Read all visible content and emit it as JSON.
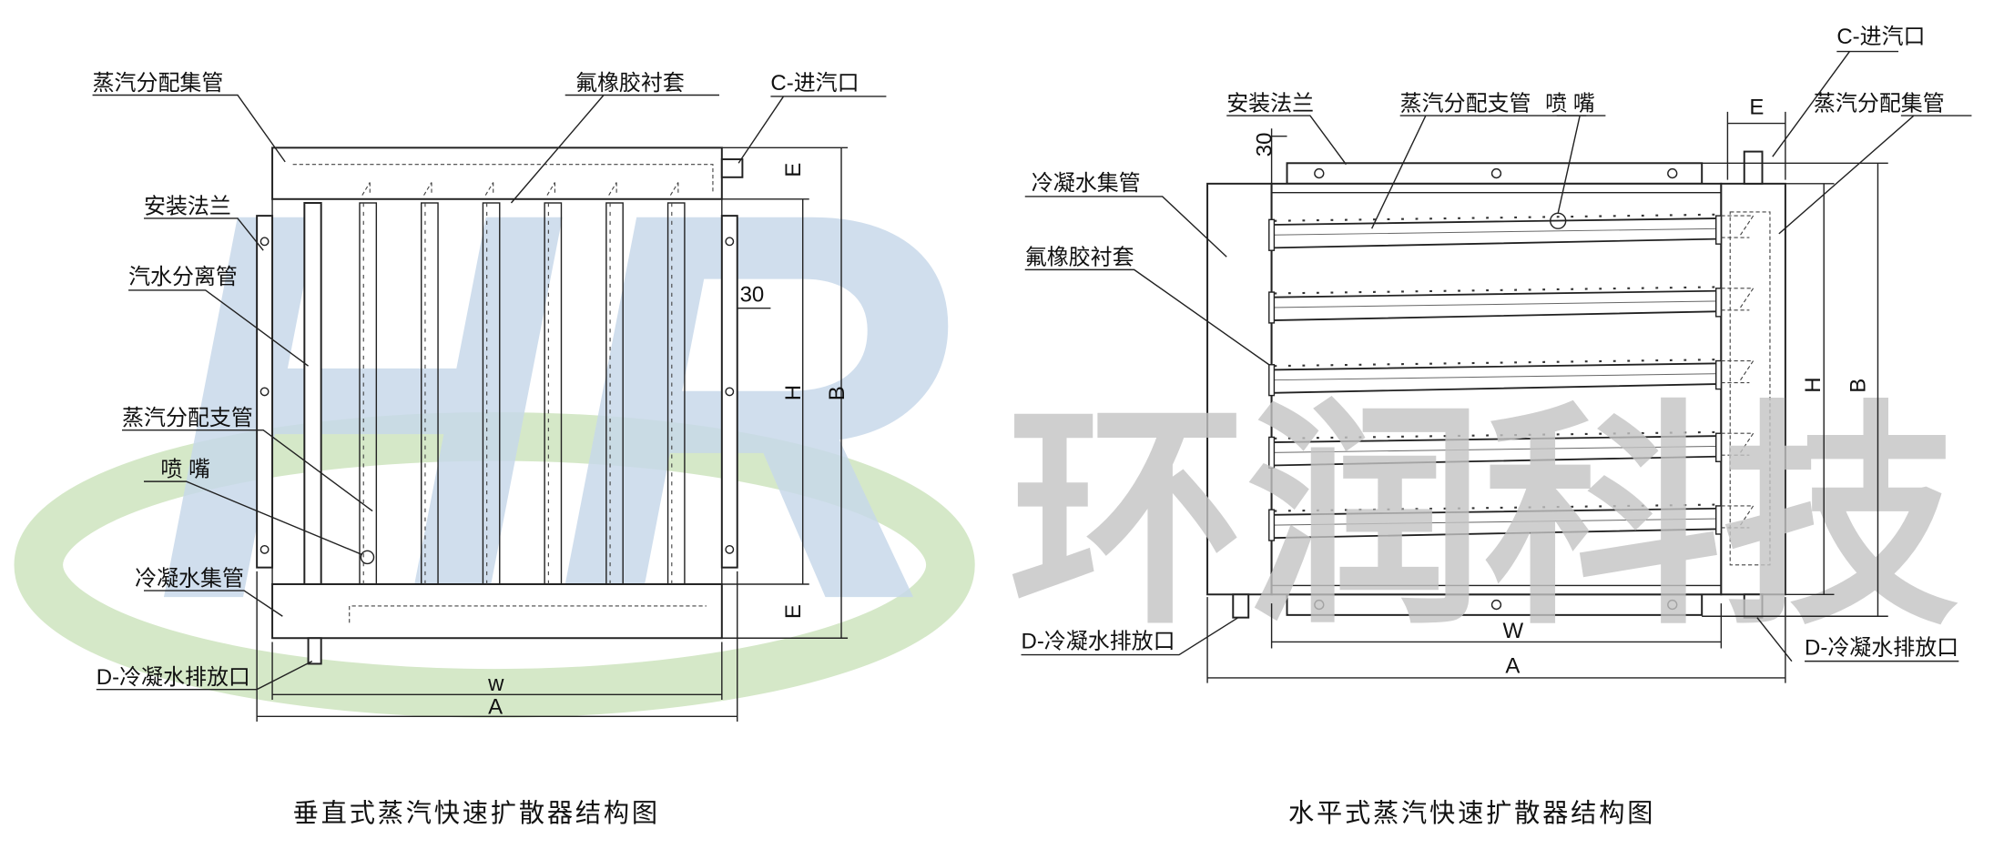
{
  "vertical": {
    "caption": "垂直式蒸汽快速扩散器结构图",
    "watermark": "HR",
    "labels": {
      "steam_header": "蒸汽分配集管",
      "rubber_sleeve": "氟橡胶衬套",
      "steam_inlet": "C-进汽口",
      "mounting_flange": "安装法兰",
      "separator_tube": "汽水分离管",
      "branch_tube": "蒸汽分配支管",
      "nozzle": "喷 嘴",
      "condensate_header": "冷凝水集管",
      "condensate_drain": "D-冷凝水排放口"
    },
    "dims": {
      "E": "E",
      "E2": "E",
      "H": "H",
      "B": "B",
      "w": "w",
      "A": "A",
      "thirty": "30"
    },
    "branch_tube_count": 6
  },
  "horizontal": {
    "caption": "水平式蒸汽快速扩散器结构图",
    "watermark": "环润科技",
    "labels": {
      "mounting_flange": "安装法兰",
      "branch_tube": "蒸汽分配支管",
      "nozzle": "喷 嘴",
      "steam_inlet": "C-进汽口",
      "steam_header": "蒸汽分配集管",
      "condensate_header": "冷凝水集管",
      "rubber_sleeve": "氟橡胶衬套",
      "condensate_drain_left": "D-冷凝水排放口",
      "condensate_drain_right": "D-冷凝水排放口"
    },
    "dims": {
      "E": "E",
      "H": "H",
      "B": "B",
      "W": "W",
      "A": "A",
      "thirty": "30"
    },
    "branch_tube_count": 5
  },
  "colors": {
    "hr_watermark": "#c8d9ea",
    "ellipse": "#d5e8c8",
    "cn_watermark": "#c4c4c4"
  }
}
